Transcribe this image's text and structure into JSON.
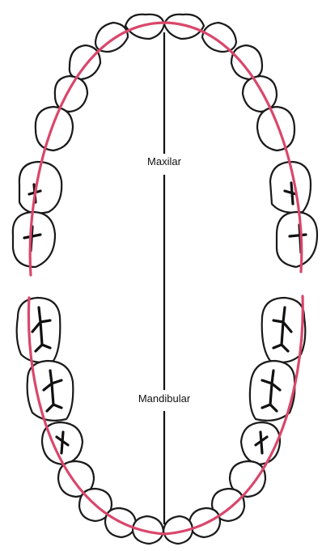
{
  "labels": {
    "upper": "Maxilar",
    "lower": "Mandibular"
  },
  "colors": {
    "arch_line": "#d9476b",
    "outline": "#1a1a1a"
  },
  "icons": {
    "upper_arch": "maxillary-dental-arch-outline",
    "lower_arch": "mandibular-dental-arch-outline"
  }
}
